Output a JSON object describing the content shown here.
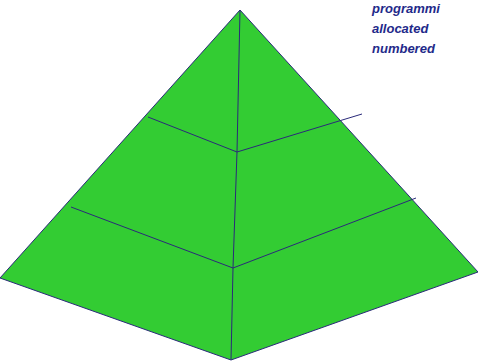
{
  "diagram": {
    "labels": [
      "programmi",
      "allocated",
      "numbered"
    ]
  }
}
